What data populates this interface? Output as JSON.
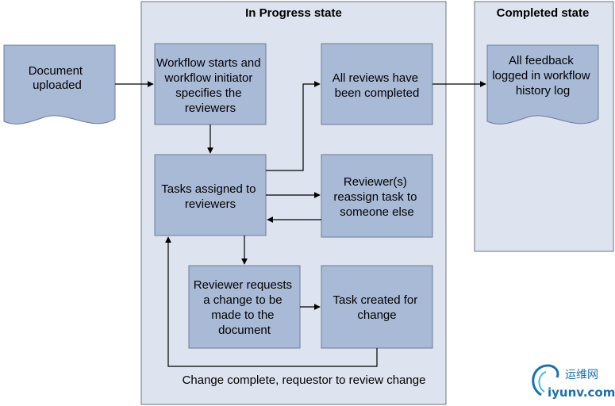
{
  "lanes": {
    "in_progress": {
      "title": "In Progress state"
    },
    "completed": {
      "title": "Completed state"
    }
  },
  "nodes": {
    "document_uploaded": [
      "Document",
      "uploaded"
    ],
    "workflow_starts": [
      "Workflow starts and",
      "workflow initiator",
      "specifies the",
      "reviewers"
    ],
    "all_reviews_completed": [
      "All reviews have",
      "been completed"
    ],
    "all_feedback_logged": [
      "All feedback",
      "logged in workflow",
      "history log"
    ],
    "tasks_assigned": [
      "Tasks assigned to",
      "reviewers"
    ],
    "reviewer_reassign": [
      "Reviewer(s)",
      "reassign task to",
      "someone else"
    ],
    "reviewer_requests_change": [
      "Reviewer requests",
      "a change to be",
      "made to the",
      "document"
    ],
    "task_created": [
      "Task created for",
      "change"
    ]
  },
  "edge_labels": {
    "change_complete": "Change complete, requestor to review change"
  },
  "watermark": {
    "cn": "运维网",
    "site": "iyunv.com"
  },
  "colors": {
    "lane_fill": "#dde4ef",
    "box_fill": "#a9bad7",
    "box_stroke": "#6b7c99",
    "watermark": "#1a6fb0"
  }
}
